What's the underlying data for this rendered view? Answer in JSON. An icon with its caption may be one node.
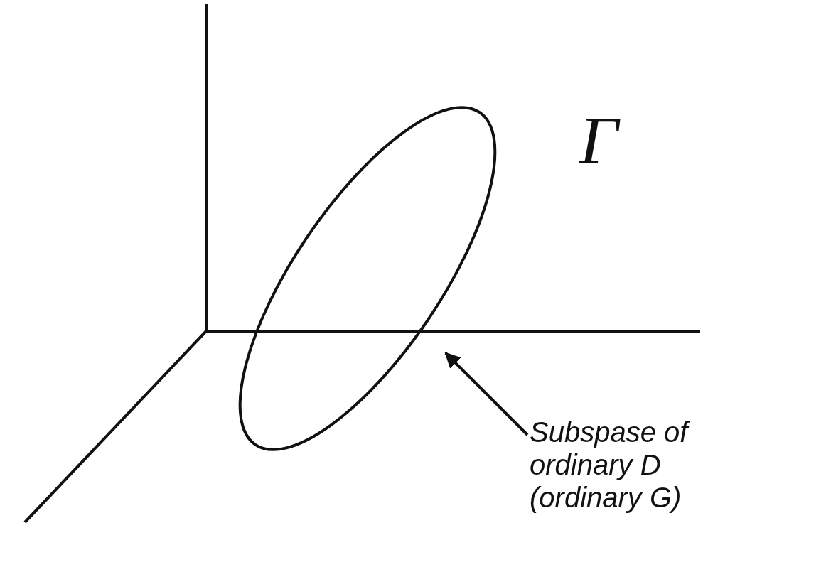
{
  "diagram": {
    "nodes": [
      {
        "text": [],
        "shape": "ellipse"
      },
      {
        "text": [
          "Subspase of ordinary D (ordinary G)"
        ]
      }
    ],
    "edges": [
      {
        "from": 1,
        "to": 0,
        "arrow": "to"
      }
    ],
    "labels": [
      "Γ"
    ]
  }
}
